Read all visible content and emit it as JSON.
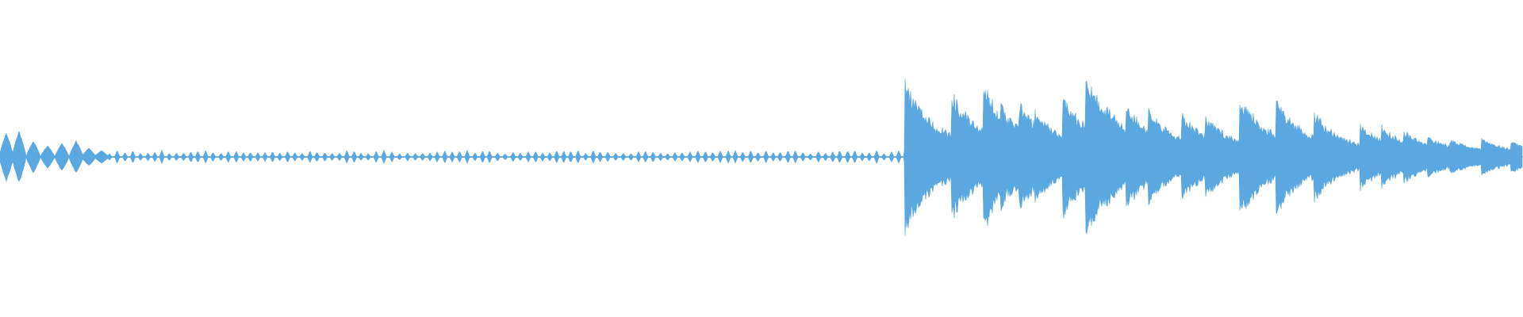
{
  "waveform": {
    "color": "#5ba8e0",
    "background": "#ffffff",
    "channels": "mono",
    "segments": [
      {
        "name": "intro-swells",
        "start": 0.0,
        "end": 0.07,
        "level": 0.3
      },
      {
        "name": "quiet-pulses",
        "start": 0.07,
        "end": 0.595,
        "level": 0.05
      },
      {
        "name": "loud-section",
        "start": 0.595,
        "end": 1.0,
        "level": 0.7
      }
    ]
  }
}
